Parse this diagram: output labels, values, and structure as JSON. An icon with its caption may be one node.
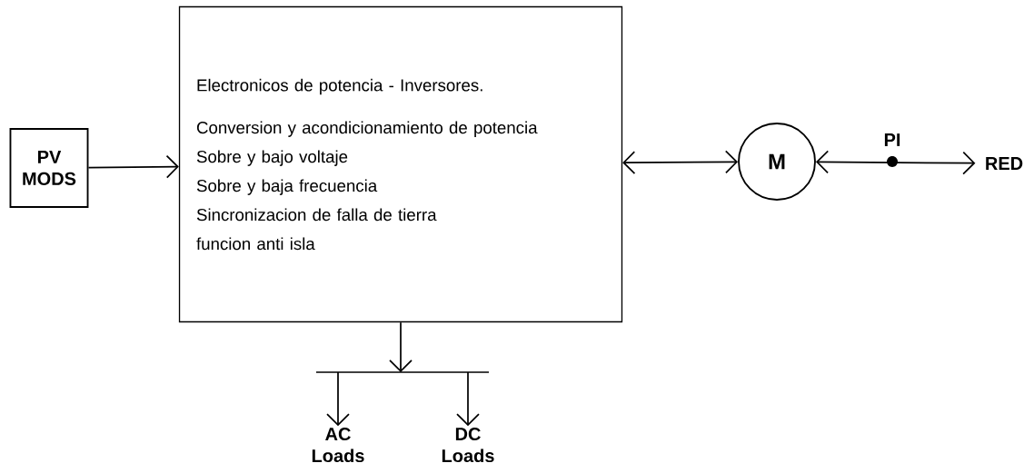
{
  "diagram": {
    "nodes": [
      {
        "text": [
          "PV MODS"
        ]
      },
      {
        "text": [
          "Electronicos de potencia - Inversores.",
          "Conversion y acondicionamiento de potencia",
          "Sobre y bajo voltaje",
          "Sobre y baja frecuencia",
          "Sincronizacion de falla de tierra",
          "funcion anti isla"
        ]
      },
      {
        "text": [
          "M"
        ]
      },
      {
        "text": [
          "RED"
        ]
      },
      {
        "text": [
          "AC Loads"
        ]
      },
      {
        "text": [
          "DC Loads"
        ]
      }
    ],
    "edges": [
      {
        "from": 0,
        "to": 1,
        "arrow": "to"
      },
      {
        "from": 1,
        "to": 2,
        "arrow": "both"
      },
      {
        "from": 2,
        "to": 3,
        "arrow": "both",
        "label": "PI"
      },
      {
        "from": 1,
        "to": 4,
        "arrow": "to"
      },
      {
        "from": 1,
        "to": 5,
        "arrow": "to"
      }
    ]
  }
}
